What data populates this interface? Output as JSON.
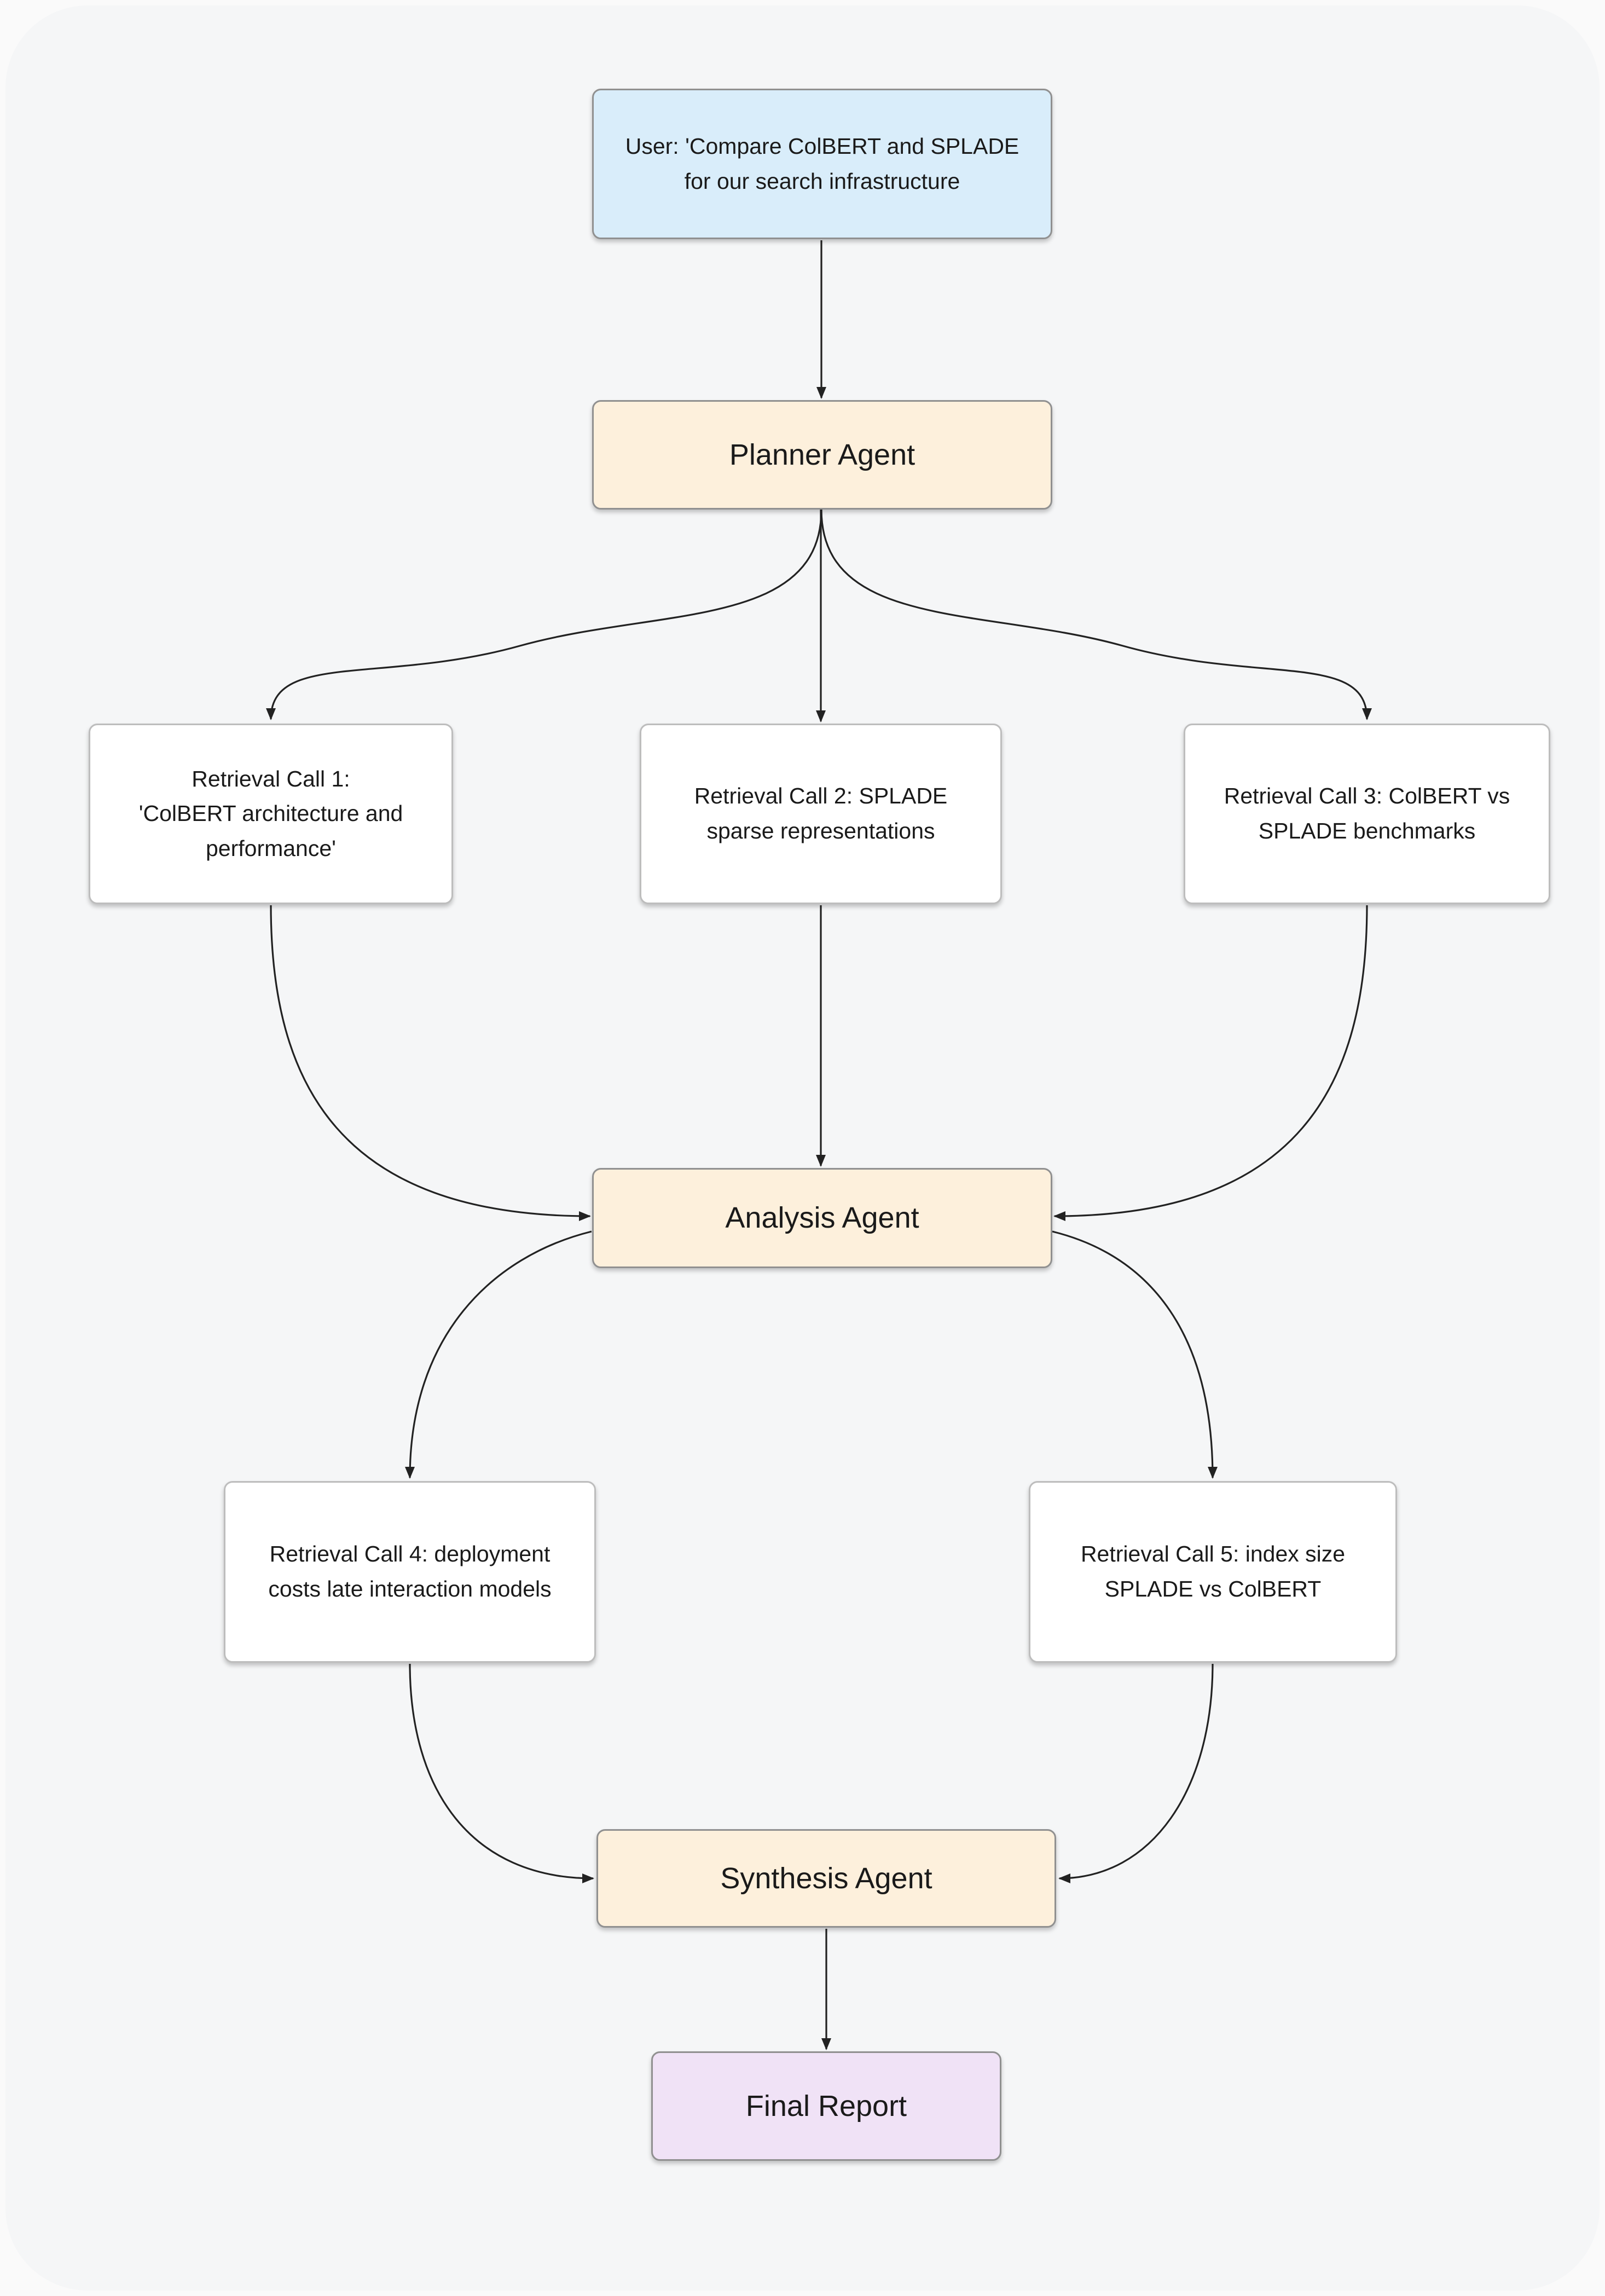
{
  "colors": {
    "canvas_bg": "#fafafa",
    "page_bg": "#f5f6f7",
    "user_fill": "#d9edfa",
    "user_border": "#909090",
    "agent_fill": "#fdf0dc",
    "agent_border": "#909090",
    "retrieval_fill": "#ffffff",
    "retrieval_border": "#bdbdbd",
    "final_fill": "#f0e2f6",
    "final_border": "#909090",
    "edge_color": "#222222",
    "text_color": "#1a1a1a"
  },
  "diagram": {
    "nodes": {
      "user": {
        "label": [
          "User: 'Compare ColBERT and SPLADE",
          "for our search infrastructure"
        ]
      },
      "planner": {
        "label": "Planner Agent"
      },
      "r1": {
        "label": [
          "Retrieval Call 1:",
          "'ColBERT architecture and",
          "performance'"
        ]
      },
      "r2": {
        "label": [
          "Retrieval Call 2: SPLADE",
          "sparse representations"
        ]
      },
      "r3": {
        "label": [
          "Retrieval Call 3: ColBERT vs",
          "SPLADE benchmarks"
        ]
      },
      "analysis": {
        "label": "Analysis Agent"
      },
      "r4": {
        "label": [
          "Retrieval Call 4: deployment",
          "costs late interaction models"
        ]
      },
      "r5": {
        "label": [
          "Retrieval Call 5: index size",
          "SPLADE vs ColBERT"
        ]
      },
      "synthesis": {
        "label": "Synthesis Agent"
      },
      "final": {
        "label": "Final Report"
      }
    },
    "edges": [
      {
        "from": "user",
        "to": "planner"
      },
      {
        "from": "planner",
        "to": "r1"
      },
      {
        "from": "planner",
        "to": "r2"
      },
      {
        "from": "planner",
        "to": "r3"
      },
      {
        "from": "r1",
        "to": "analysis"
      },
      {
        "from": "r2",
        "to": "analysis"
      },
      {
        "from": "r3",
        "to": "analysis"
      },
      {
        "from": "analysis",
        "to": "r4"
      },
      {
        "from": "analysis",
        "to": "r5"
      },
      {
        "from": "r4",
        "to": "synthesis"
      },
      {
        "from": "r5",
        "to": "synthesis"
      },
      {
        "from": "synthesis",
        "to": "final"
      }
    ]
  }
}
